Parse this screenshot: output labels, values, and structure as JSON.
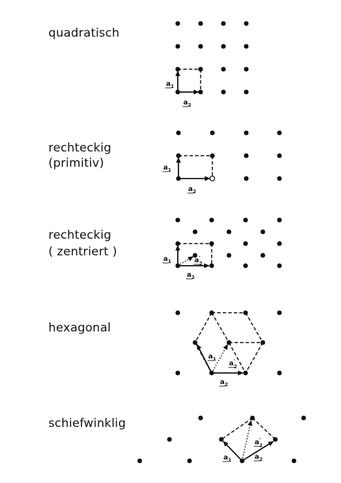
{
  "labels": {
    "quadratisch": "quadratisch",
    "rechteckig_primitiv_1": "rechteckig",
    "rechteckig_primitiv_2": "(primitiv)",
    "rechteckig_zentriert_1": "rechteckig",
    "rechteckig_zentriert_2": "( zentriert )",
    "hexagonal": "hexagonal",
    "schiefwinklig": "schiefwinklig"
  },
  "vectors": {
    "a1": "a",
    "a2": "a",
    "sub1": "1",
    "sub2": "2",
    "prime": "'"
  },
  "colors": {
    "ink": "#111111",
    "background": "#ffffff"
  }
}
